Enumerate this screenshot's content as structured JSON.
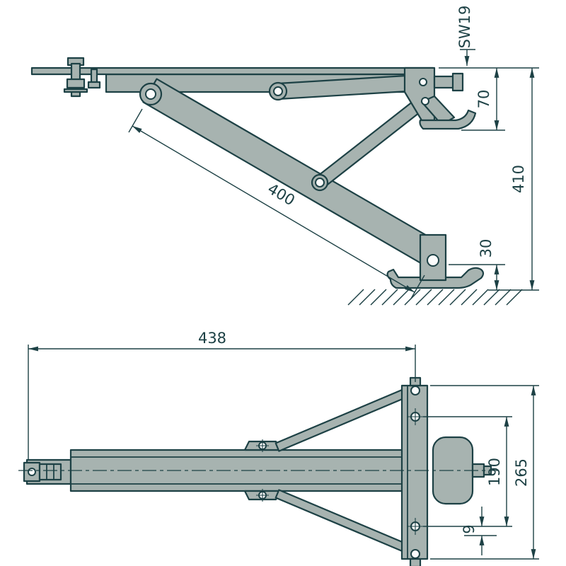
{
  "colors": {
    "background": "#ffffff",
    "part_fill": "#a7b3b0",
    "line": "#1d4145",
    "dim": "#1d4145"
  },
  "side_view": {
    "dims": {
      "sw19": "SW19",
      "d70": "70",
      "d410": "410",
      "d30": "30",
      "d400": "400"
    }
  },
  "plan_view": {
    "dims": {
      "d438": "438",
      "d190": "190",
      "d265": "265",
      "d9": "9"
    }
  }
}
